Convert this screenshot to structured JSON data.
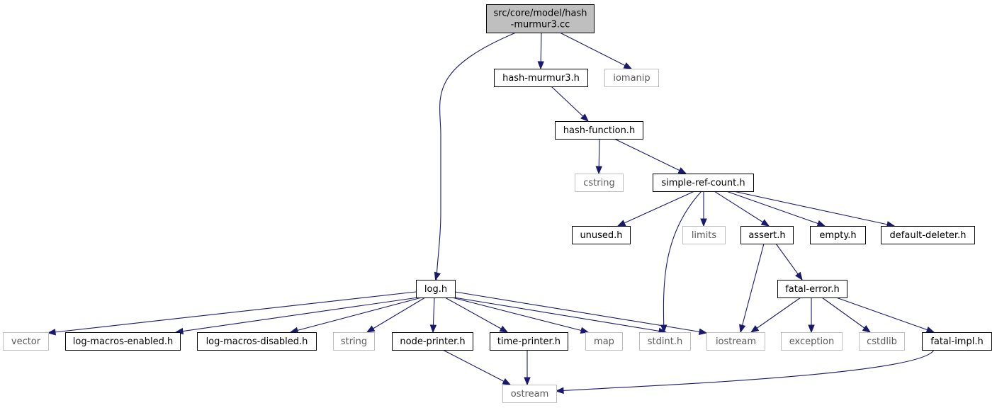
{
  "graph": {
    "title": "",
    "nodes": [
      {
        "id": "root",
        "label": [
          "src/core/model/hash",
          "-murmur3.cc"
        ],
        "kind": "root"
      },
      {
        "id": "hash_murmur3_h",
        "label": [
          "hash-murmur3.h"
        ],
        "kind": "file"
      },
      {
        "id": "iomanip",
        "label": [
          "iomanip"
        ],
        "kind": "system"
      },
      {
        "id": "hash_function_h",
        "label": [
          "hash-function.h"
        ],
        "kind": "file"
      },
      {
        "id": "cstring",
        "label": [
          "cstring"
        ],
        "kind": "system"
      },
      {
        "id": "simple_ref_count_h",
        "label": [
          "simple-ref-count.h"
        ],
        "kind": "file"
      },
      {
        "id": "unused_h",
        "label": [
          "unused.h"
        ],
        "kind": "file"
      },
      {
        "id": "limits",
        "label": [
          "limits"
        ],
        "kind": "system"
      },
      {
        "id": "assert_h",
        "label": [
          "assert.h"
        ],
        "kind": "file"
      },
      {
        "id": "empty_h",
        "label": [
          "empty.h"
        ],
        "kind": "file"
      },
      {
        "id": "default_deleter_h",
        "label": [
          "default-deleter.h"
        ],
        "kind": "file"
      },
      {
        "id": "fatal_error_h",
        "label": [
          "fatal-error.h"
        ],
        "kind": "file"
      },
      {
        "id": "log_h",
        "label": [
          "log.h"
        ],
        "kind": "file"
      },
      {
        "id": "vector",
        "label": [
          "vector"
        ],
        "kind": "system"
      },
      {
        "id": "log_macros_enabled_h",
        "label": [
          "log-macros-enabled.h"
        ],
        "kind": "file"
      },
      {
        "id": "log_macros_disabled_h",
        "label": [
          "log-macros-disabled.h"
        ],
        "kind": "file"
      },
      {
        "id": "string",
        "label": [
          "string"
        ],
        "kind": "system"
      },
      {
        "id": "node_printer_h",
        "label": [
          "node-printer.h"
        ],
        "kind": "file"
      },
      {
        "id": "time_printer_h",
        "label": [
          "time-printer.h"
        ],
        "kind": "file"
      },
      {
        "id": "map",
        "label": [
          "map"
        ],
        "kind": "system"
      },
      {
        "id": "stdint_h",
        "label": [
          "stdint.h"
        ],
        "kind": "system"
      },
      {
        "id": "iostream",
        "label": [
          "iostream"
        ],
        "kind": "system"
      },
      {
        "id": "exception",
        "label": [
          "exception"
        ],
        "kind": "system"
      },
      {
        "id": "cstdlib",
        "label": [
          "cstdlib"
        ],
        "kind": "system"
      },
      {
        "id": "fatal_impl_h",
        "label": [
          "fatal-impl.h"
        ],
        "kind": "file"
      },
      {
        "id": "ostream",
        "label": [
          "ostream"
        ],
        "kind": "system"
      }
    ],
    "edges": [
      {
        "from": "root",
        "to": "log_h"
      },
      {
        "from": "root",
        "to": "hash_murmur3_h"
      },
      {
        "from": "root",
        "to": "iomanip"
      },
      {
        "from": "hash_murmur3_h",
        "to": "hash_function_h"
      },
      {
        "from": "hash_function_h",
        "to": "cstring"
      },
      {
        "from": "hash_function_h",
        "to": "simple_ref_count_h"
      },
      {
        "from": "simple_ref_count_h",
        "to": "unused_h"
      },
      {
        "from": "simple_ref_count_h",
        "to": "stdint_h"
      },
      {
        "from": "simple_ref_count_h",
        "to": "limits"
      },
      {
        "from": "simple_ref_count_h",
        "to": "assert_h"
      },
      {
        "from": "simple_ref_count_h",
        "to": "empty_h"
      },
      {
        "from": "simple_ref_count_h",
        "to": "default_deleter_h"
      },
      {
        "from": "assert_h",
        "to": "iostream"
      },
      {
        "from": "assert_h",
        "to": "fatal_error_h"
      },
      {
        "from": "fatal_error_h",
        "to": "iostream"
      },
      {
        "from": "fatal_error_h",
        "to": "exception"
      },
      {
        "from": "fatal_error_h",
        "to": "cstdlib"
      },
      {
        "from": "fatal_error_h",
        "to": "fatal_impl_h"
      },
      {
        "from": "log_h",
        "to": "vector"
      },
      {
        "from": "log_h",
        "to": "log_macros_enabled_h"
      },
      {
        "from": "log_h",
        "to": "log_macros_disabled_h"
      },
      {
        "from": "log_h",
        "to": "string"
      },
      {
        "from": "log_h",
        "to": "node_printer_h"
      },
      {
        "from": "log_h",
        "to": "time_printer_h"
      },
      {
        "from": "log_h",
        "to": "map"
      },
      {
        "from": "log_h",
        "to": "stdint_h"
      },
      {
        "from": "log_h",
        "to": "iostream"
      },
      {
        "from": "node_printer_h",
        "to": "ostream"
      },
      {
        "from": "time_printer_h",
        "to": "ostream"
      },
      {
        "from": "fatal_impl_h",
        "to": "ostream"
      }
    ]
  },
  "colors": {
    "edge": "#191970",
    "root_fill": "#bfbfbf",
    "system_border": "#bfbfbf",
    "system_text": "#595959"
  }
}
